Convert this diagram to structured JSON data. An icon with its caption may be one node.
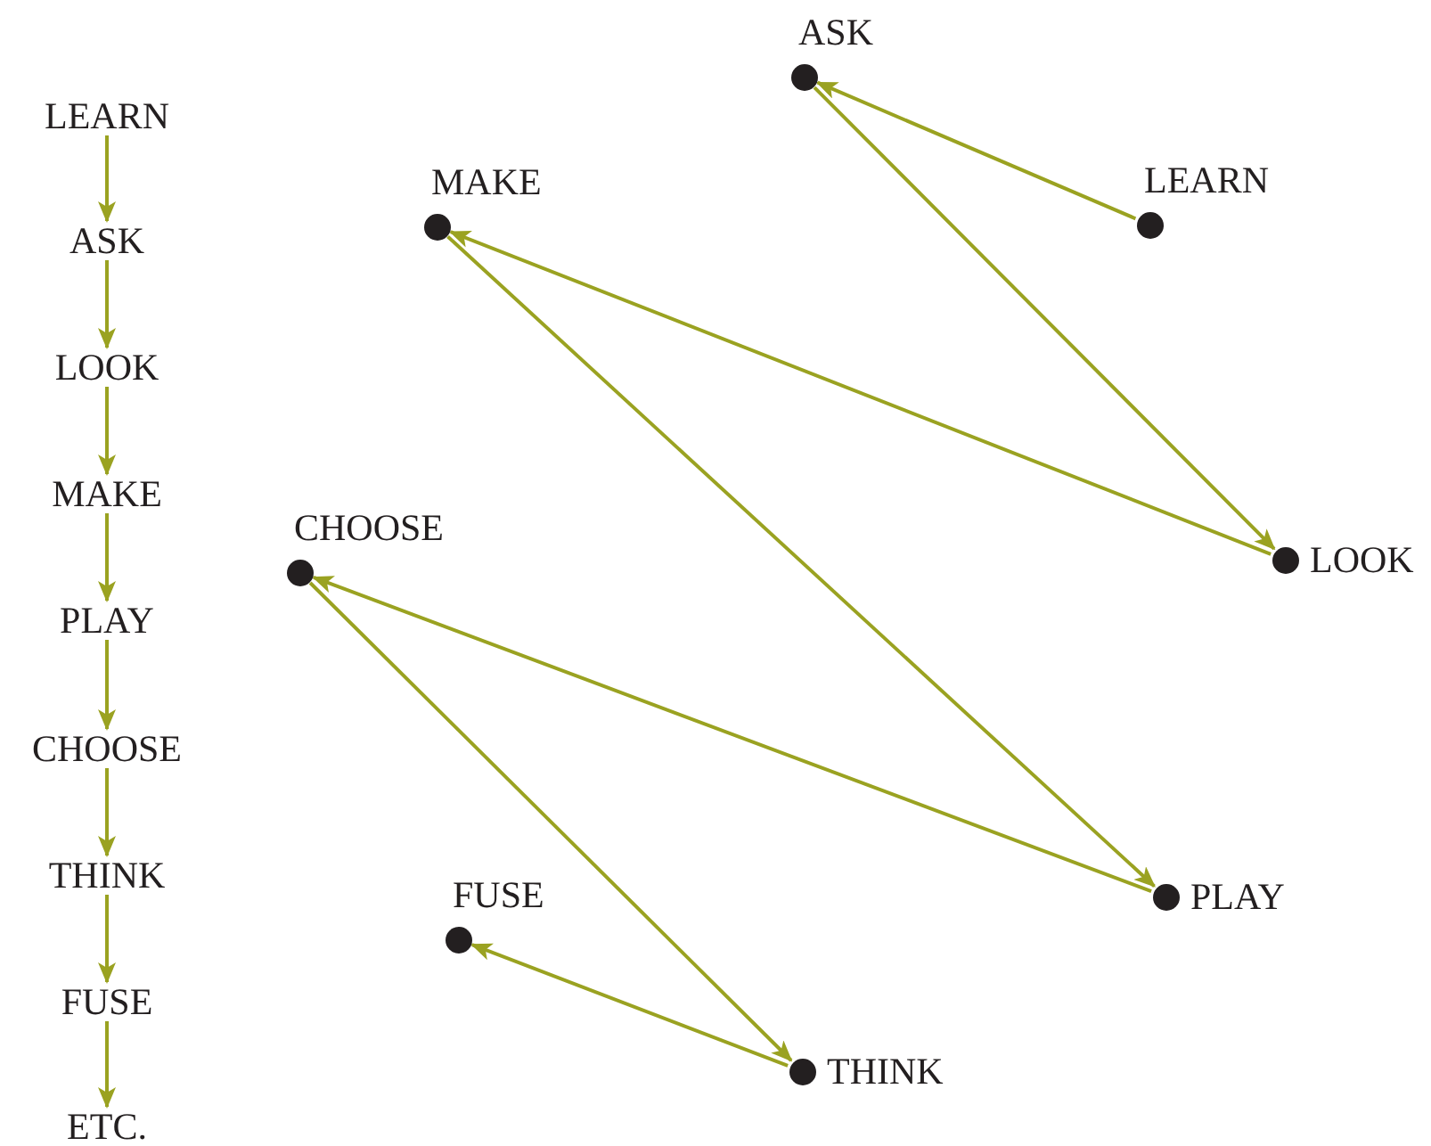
{
  "diagram": {
    "nodes": [
      {
        "text": [
          "LEARN"
        ]
      },
      {
        "text": [
          "ASK"
        ]
      },
      {
        "text": [
          "LOOK"
        ]
      },
      {
        "text": [
          "MAKE"
        ]
      },
      {
        "text": [
          "PLAY"
        ]
      },
      {
        "text": [
          "CHOOSE"
        ]
      },
      {
        "text": [
          "THINK"
        ]
      },
      {
        "text": [
          "FUSE"
        ]
      },
      {
        "text": [
          "ETC."
        ]
      },
      {
        "text": [],
        "shape": "circle",
        "beside": [
          "LEARN"
        ]
      },
      {
        "text": [],
        "shape": "circle",
        "beside": [
          "ASK"
        ]
      },
      {
        "text": [],
        "shape": "circle",
        "beside": [
          "LOOK"
        ]
      },
      {
        "text": [],
        "shape": "circle",
        "beside": [
          "MAKE"
        ]
      },
      {
        "text": [],
        "shape": "circle",
        "beside": [
          "PLAY"
        ]
      },
      {
        "text": [],
        "shape": "circle",
        "beside": [
          "CHOOSE"
        ]
      },
      {
        "text": [],
        "shape": "circle",
        "beside": [
          "THINK"
        ]
      },
      {
        "text": [],
        "shape": "circle",
        "beside": [
          "FUSE"
        ]
      }
    ],
    "edges": [
      {
        "from": 0,
        "to": 1,
        "arrow": "to"
      },
      {
        "from": 1,
        "to": 2,
        "arrow": "to"
      },
      {
        "from": 2,
        "to": 3,
        "arrow": "to"
      },
      {
        "from": 3,
        "to": 4,
        "arrow": "to"
      },
      {
        "from": 4,
        "to": 5,
        "arrow": "to"
      },
      {
        "from": 5,
        "to": 6,
        "arrow": "to"
      },
      {
        "from": 6,
        "to": 7,
        "arrow": "to"
      },
      {
        "from": 7,
        "to": 8,
        "arrow": "to"
      },
      {
        "from": 9,
        "to": 10,
        "arrow": "to"
      },
      {
        "from": 10,
        "to": 11,
        "arrow": "to"
      },
      {
        "from": 11,
        "to": 12,
        "arrow": "to"
      },
      {
        "from": 12,
        "to": 13,
        "arrow": "to"
      },
      {
        "from": 13,
        "to": 14,
        "arrow": "to"
      },
      {
        "from": 14,
        "to": 15,
        "arrow": "to"
      },
      {
        "from": 15,
        "to": 16,
        "arrow": "to"
      }
    ]
  }
}
